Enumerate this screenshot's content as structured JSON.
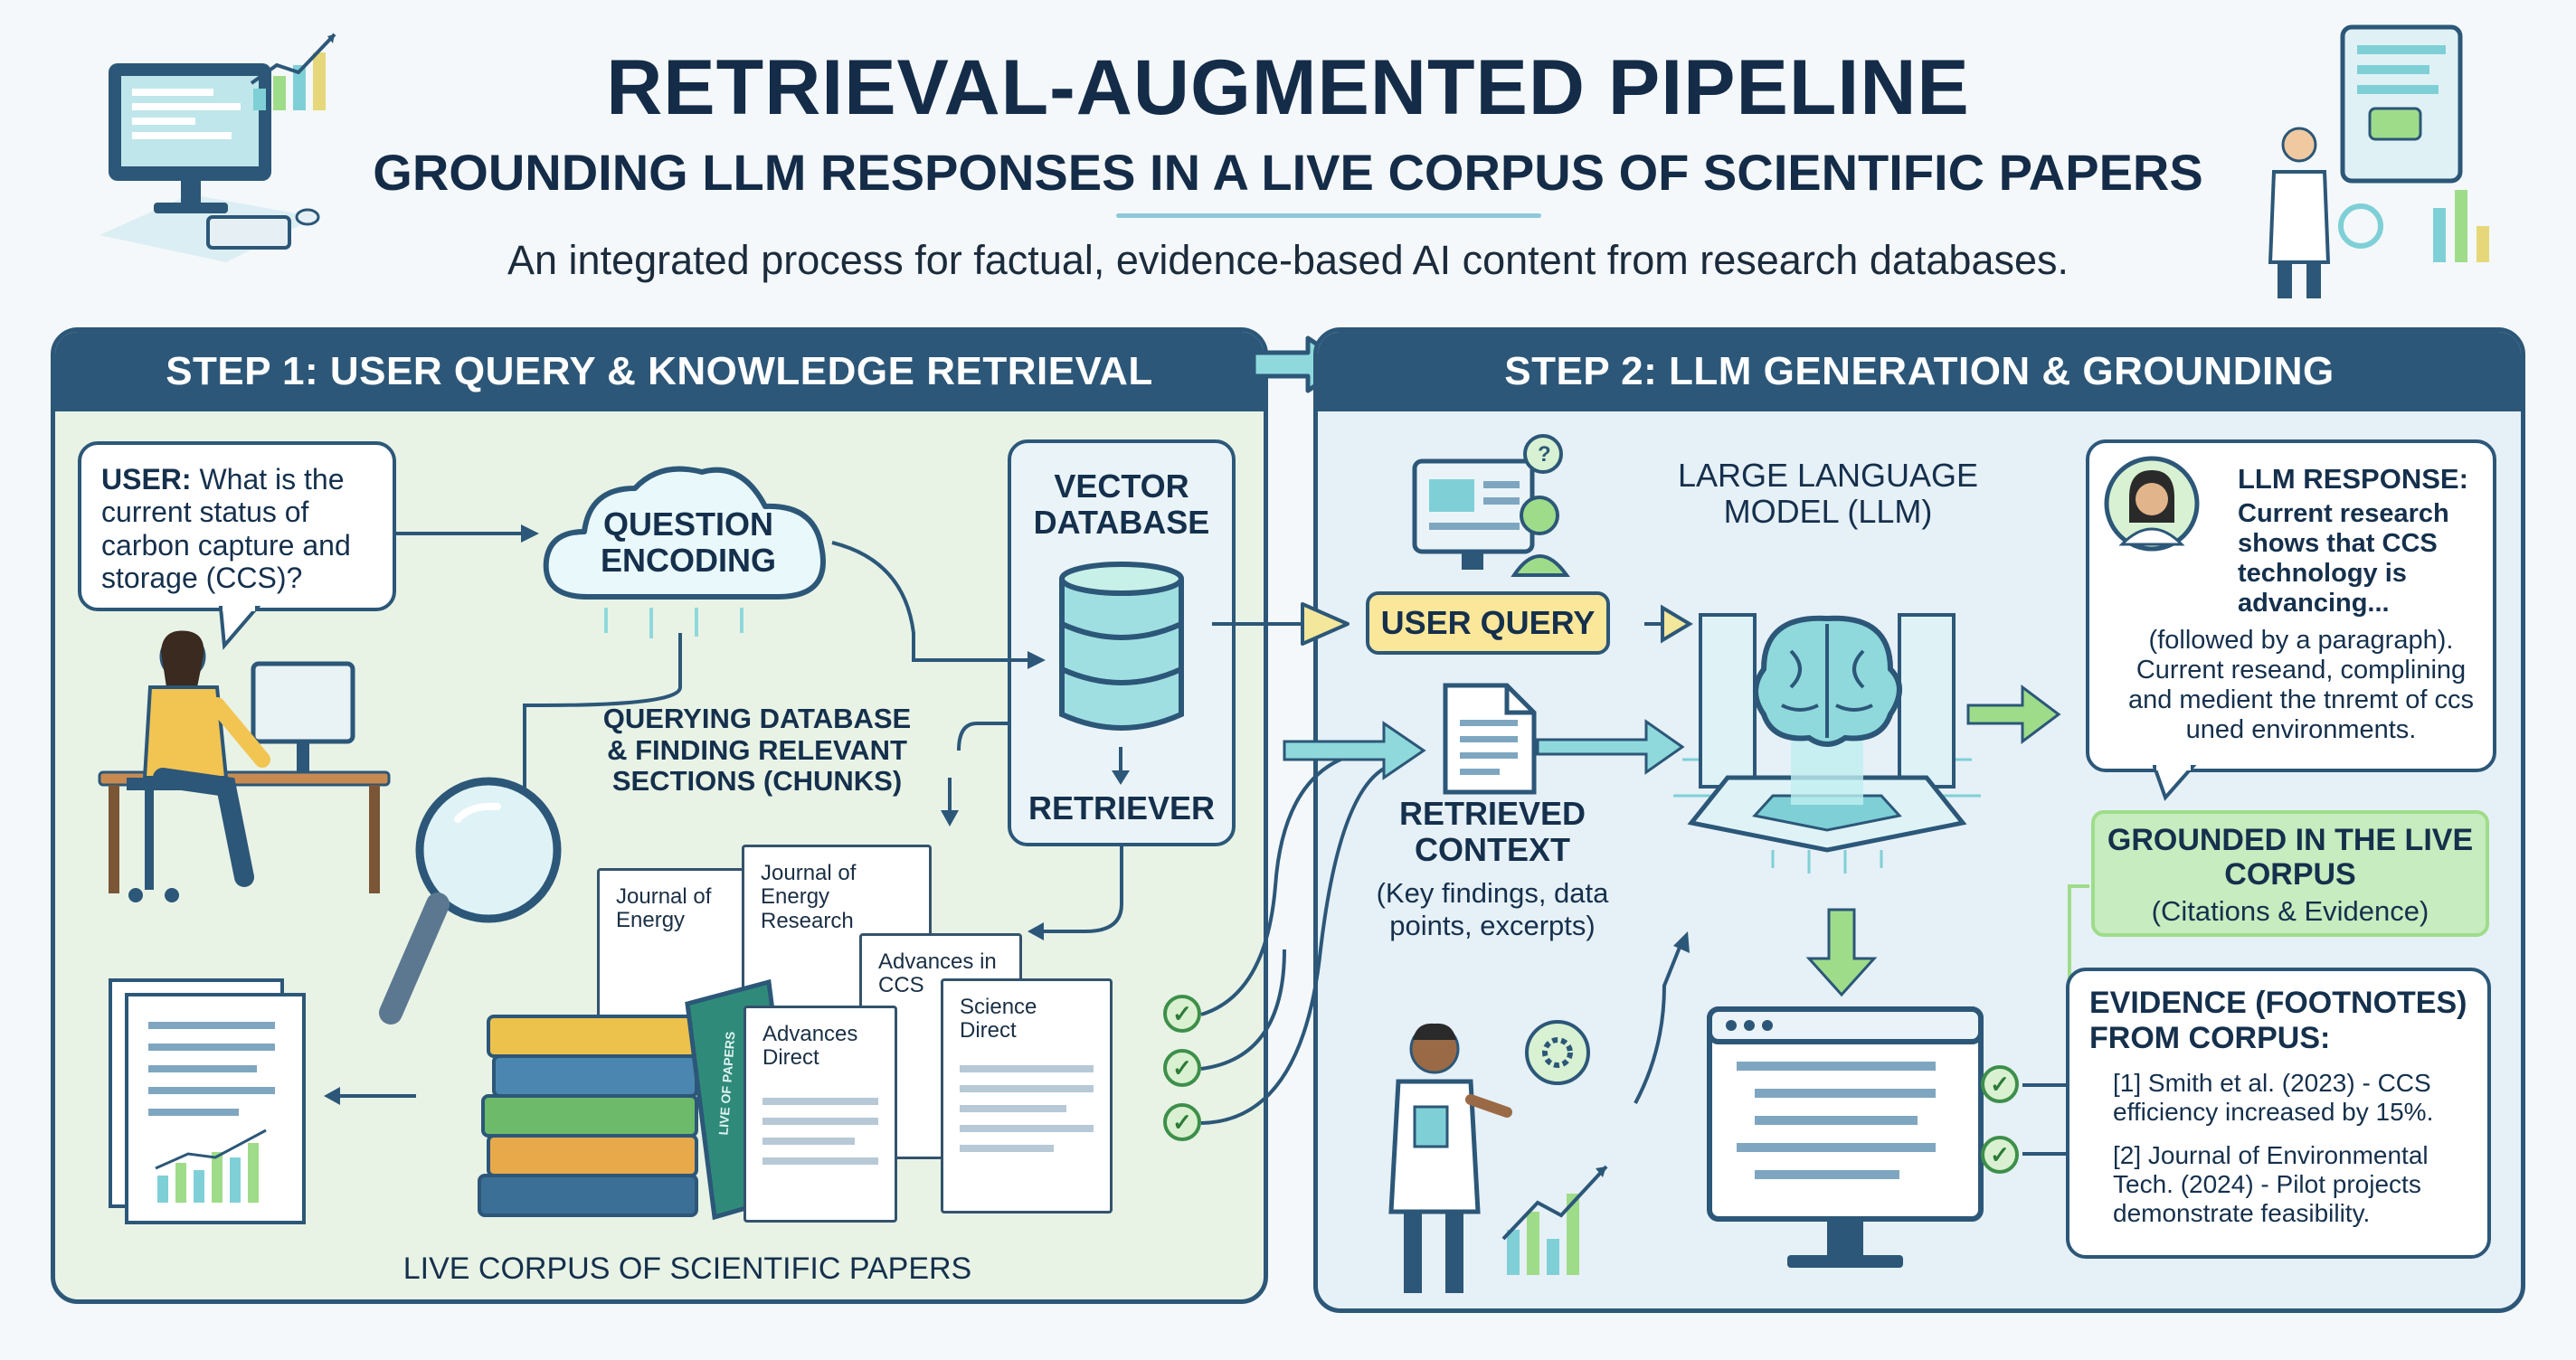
{
  "header": {
    "title": "RETRIEVAL-AUGMENTED PIPELINE",
    "subtitle": "GROUNDING LLM RESPONSES IN A LIVE CORPUS OF SCIENTIFIC PAPERS",
    "tagline": "An integrated process for factual, evidence-based AI content from research databases."
  },
  "step1": {
    "title": "STEP 1: USER QUERY & KNOWLEDGE RETRIEVAL",
    "user_label": "USER:",
    "user_question": "What is the current status of carbon capture and storage (CCS)?",
    "question_encoding": "QUESTION ENCODING",
    "vector_db": "VECTOR DATABASE",
    "retriever": "RETRIEVER",
    "querying_label": "QUERYING DATABASE & FINDING RELEVANT SECTIONS (CHUNKS)",
    "docs": {
      "journal_of_energy": "Journal of Energy",
      "journal_of_energy_research": "Journal of Energy Research",
      "advances_in_ccs": "Advances in CCS",
      "science_direct": "Science Direct",
      "advances_direct": "Advances Direct",
      "book_spine": "LIVE OF PAPERS"
    },
    "corpus_label": "LIVE CORPUS OF SCIENTIFIC PAPERS"
  },
  "step2": {
    "title": "STEP 2: LLM GENERATION & GROUNDING",
    "user_query": "USER QUERY",
    "retrieved_context_title": "RETRIEVED CONTEXT",
    "retrieved_context_detail": "(Key findings, data points, excerpts)",
    "llm_label": "LARGE LANGUAGE MODEL (LLM)",
    "response_title": "LLM RESPONSE:",
    "response_bold": "Current research shows that CCS technology is advancing...",
    "response_rest": "(followed by a paragraph). Current reseand, complining and medient the tnremt of ccs uned environments.",
    "grounded_title": "GROUNDED IN THE LIVE CORPUS",
    "grounded_sub": "(Citations & Evidence)",
    "evidence_title": "EVIDENCE (FOOTNOTES) FROM CORPUS:",
    "footnote1": "[1] Smith et al. (2023) - CCS efficiency increased by 15%.",
    "footnote2": "[2] Journal of Environmental Tech. (2024) - Pilot projects demonstrate feasibility."
  },
  "colors": {
    "navy": "#2c5778",
    "step1_bg": "#e8f3e6",
    "step2_bg": "#e6f0f7",
    "user_query_fill": "#fbe79a",
    "grounded_fill": "#c6ecbf",
    "accent_teal": "#8fd9dc",
    "check_green": "#3d8f4a"
  }
}
